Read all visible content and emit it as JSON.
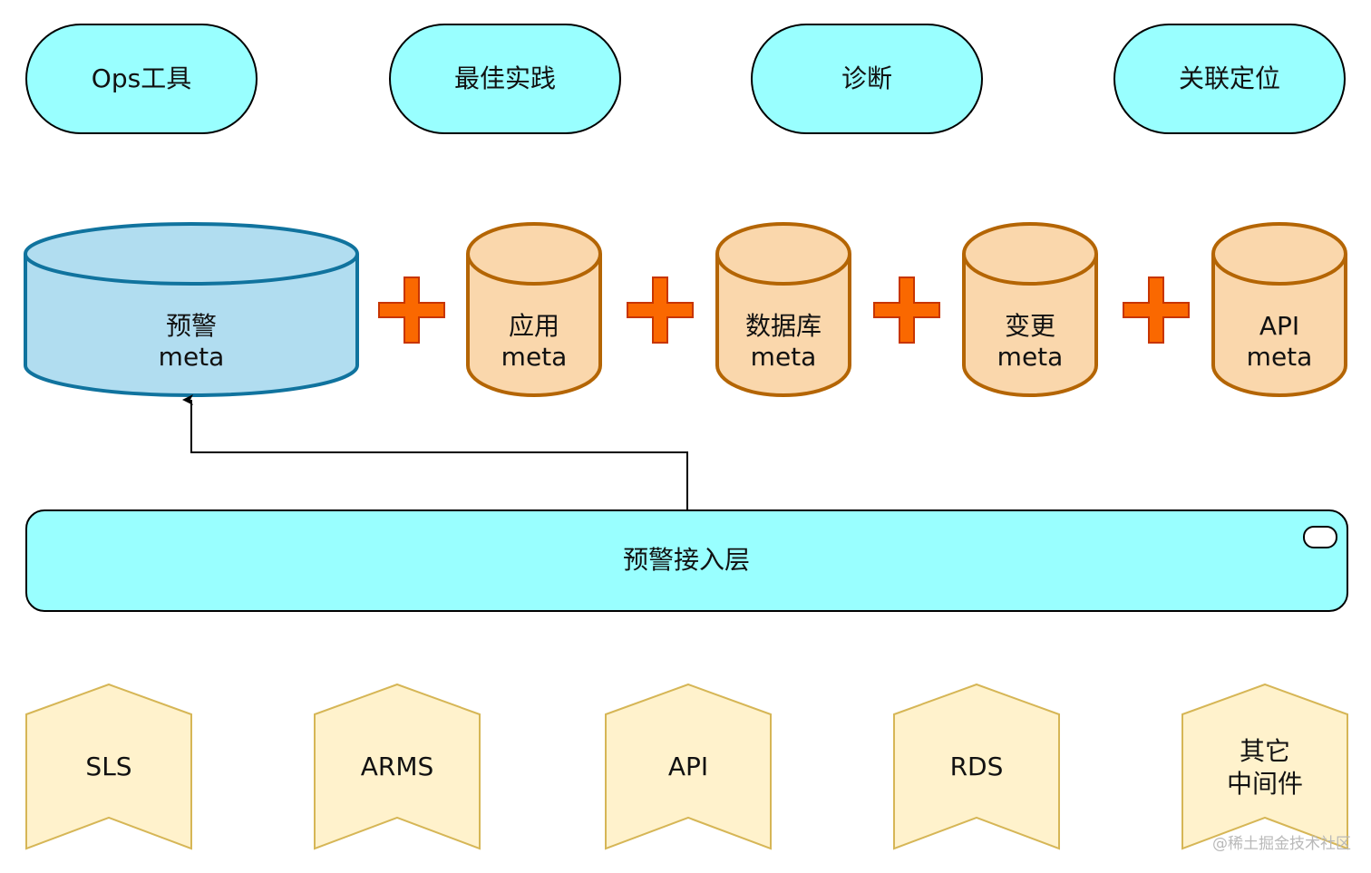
{
  "top_row": [
    {
      "label": "Ops工具"
    },
    {
      "label": "最佳实践"
    },
    {
      "label": "诊断"
    },
    {
      "label": "关联定位"
    }
  ],
  "meta_row": {
    "primary": {
      "line1": "预警",
      "line2": "meta"
    },
    "others": [
      {
        "line1": "应用",
        "line2": "meta"
      },
      {
        "line1": "数据库",
        "line2": "meta"
      },
      {
        "line1": "变更",
        "line2": "meta"
      },
      {
        "line1": "API",
        "line2": "meta"
      }
    ],
    "operator_symbol": "plus-icon"
  },
  "access_layer": {
    "label": "预警接入层"
  },
  "sources": [
    {
      "lines": [
        "SLS"
      ]
    },
    {
      "lines": [
        "ARMS"
      ]
    },
    {
      "lines": [
        "API"
      ]
    },
    {
      "lines": [
        "RDS"
      ]
    },
    {
      "lines": [
        "其它",
        "中间件"
      ]
    }
  ],
  "watermark": "@稀土掘金技术社区",
  "colors": {
    "cyan_fill": "#99ffff",
    "blue_db_fill": "#b1ddf0",
    "blue_db_stroke": "#10739e",
    "orange_db_fill": "#fad7ac",
    "orange_db_stroke": "#b46504",
    "plus_fill": "#fa6800",
    "plus_stroke": "#c73500",
    "source_fill": "#fff2cc",
    "source_stroke": "#d6b656",
    "line": "#000000"
  }
}
